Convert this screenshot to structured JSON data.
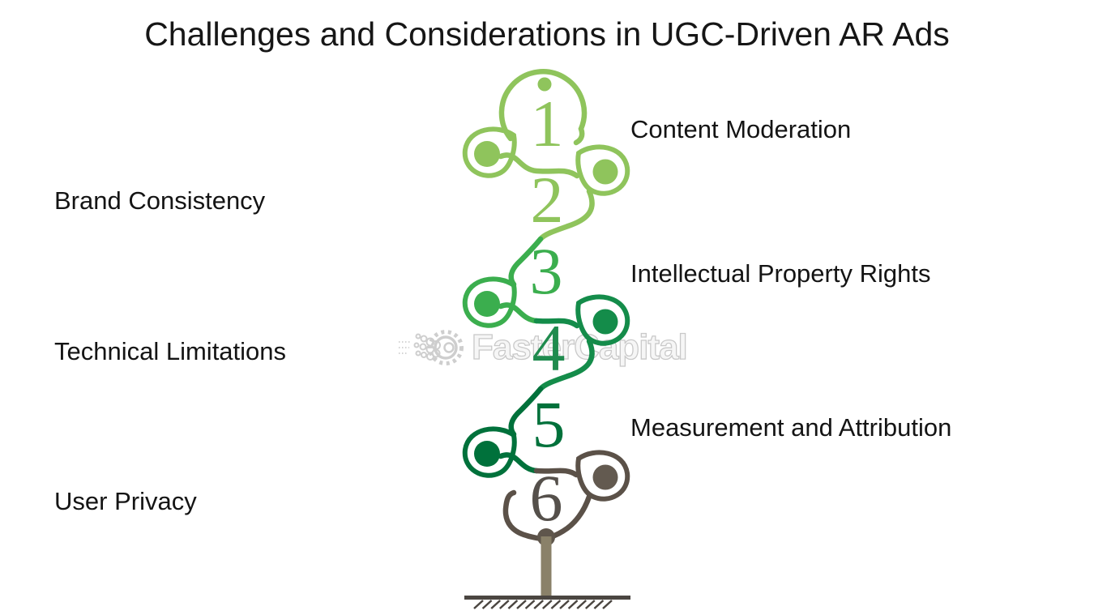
{
  "page": {
    "title": "Challenges and Considerations in UGC-Driven AR Ads",
    "background": "#ffffff"
  },
  "watermark": {
    "text": "FasterCapital",
    "icon": "gear-with-bubbles",
    "color": "#c6c6c6"
  },
  "diagram": {
    "type": "numbered-vine-growth-path",
    "steps": [
      {
        "number": "1",
        "label": "Content Moderation",
        "side": "right",
        "color": "#8FC45C"
      },
      {
        "number": "2",
        "label": "Brand Consistency",
        "side": "left",
        "color": "#8FC45C"
      },
      {
        "number": "3",
        "label": "Intellectual Property Rights",
        "side": "right",
        "color": "#3BAE4E"
      },
      {
        "number": "4",
        "label": "Technical Limitations",
        "side": "left",
        "color": "#1F8B4E"
      },
      {
        "number": "5",
        "label": "Measurement and Attribution",
        "side": "right",
        "color": "#00713B"
      },
      {
        "number": "6",
        "label": "User Privacy",
        "side": "left",
        "color": "#55504B"
      }
    ],
    "palette": {
      "segment1": "#8FC45C",
      "segment2": "#3BAE4E",
      "segment3": "#148C4A",
      "segment4": "#00713B",
      "segment5": "#5B5148",
      "leaf6_fill": "#635A50",
      "trunk": "#8A8169",
      "trunk_dot": "#5F564C",
      "ground": "#4B4641",
      "watermark_gray": "#C6C6C6"
    }
  }
}
